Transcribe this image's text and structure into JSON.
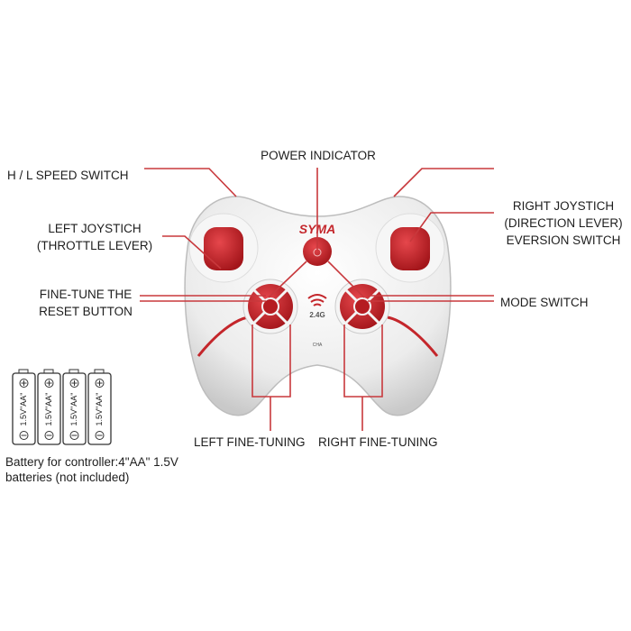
{
  "labels": {
    "speed_switch": "H / L SPEED SWITCH",
    "power_indicator": "POWER INDICATOR",
    "left_joystick_1": "LEFT JOYSTICH",
    "left_joystick_2": "(THROTTLE LEVER)",
    "right_joystick_1": "RIGHT JOYSTICH",
    "right_joystick_2": "(DIRECTION LEVER)",
    "right_joystick_3": "EVERSION SWITCH",
    "fine_tune_1": "FINE-TUNE THE",
    "fine_tune_2": "RESET BUTTON",
    "mode_switch": "MODE SWITCH",
    "left_fine_tuning": "LEFT FINE-TUNING",
    "right_fine_tuning": "RIGHT FINE-TUNING"
  },
  "controller": {
    "brand": "SYMA",
    "band": "2.4G",
    "channel": "CHA"
  },
  "battery": {
    "cell_label": "1.5V\"AA\"",
    "count": 4,
    "note_line1": "Battery for controller:4\"AA\" 1.5V",
    "note_line2": "batteries (not included)"
  },
  "colors": {
    "accent": "#c4262b",
    "line": "#c8383c",
    "body": "#eeeeee"
  }
}
